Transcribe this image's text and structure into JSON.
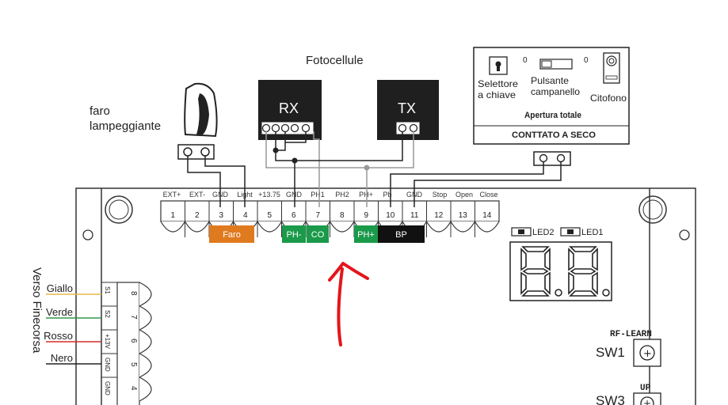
{
  "title": "Fotocellule",
  "rx_label": "RX",
  "tx_label": "TX",
  "lamp_label": [
    "faro",
    "lampeggiante"
  ],
  "panel": {
    "selettore": [
      "Selettore",
      "a chiave"
    ],
    "pulsante": [
      "Pulsante",
      "campanello"
    ],
    "citofono": "Citofono",
    "zero": "0",
    "apertura": "Apertura totale",
    "contatto": "CONTTATO A SECO"
  },
  "terminal_labels": [
    "EXT+",
    "EXT-",
    "GND",
    "Light",
    "+13.75",
    "GND",
    "PH1",
    "PH2",
    "PH+",
    "Pb",
    "GND",
    "Stop",
    "Open",
    "Close"
  ],
  "terminal_numbers": [
    "1",
    "2",
    "3",
    "4",
    "5",
    "6",
    "7",
    "8",
    "9",
    "10",
    "11",
    "12",
    "13",
    "14"
  ],
  "tags": [
    {
      "text": "Faro",
      "color": "#e07a1f"
    },
    {
      "text": "PH-",
      "color": "#1a9a4a"
    },
    {
      "text": "CO",
      "color": "#1a9a4a"
    },
    {
      "text": "PH+",
      "color": "#1a9a4a"
    },
    {
      "text": "BP",
      "color": "#111111"
    }
  ],
  "led_labels": [
    "LED2",
    "LED1"
  ],
  "display": "8.8.",
  "rf_learn": "RF-LEARN",
  "sw1": "SW1",
  "sw3": "SW3",
  "up": "UP",
  "side_label": "Verso Finecorsa",
  "wires": [
    {
      "name": "Giallo",
      "color": "#e8b84a"
    },
    {
      "name": "Verde",
      "color": "#2e9a4a"
    },
    {
      "name": "Rosso",
      "color": "#d62a2a"
    },
    {
      "name": "Nero",
      "color": "#222222"
    }
  ],
  "left_pins": [
    "S1",
    "S2",
    "+13V",
    "GND",
    "GND"
  ],
  "left_numbers": [
    "8",
    "7",
    "6",
    "5",
    "4"
  ],
  "colors": {
    "arrow": "#e3161b",
    "ink": "#222222",
    "wire_gray": "#999999"
  }
}
